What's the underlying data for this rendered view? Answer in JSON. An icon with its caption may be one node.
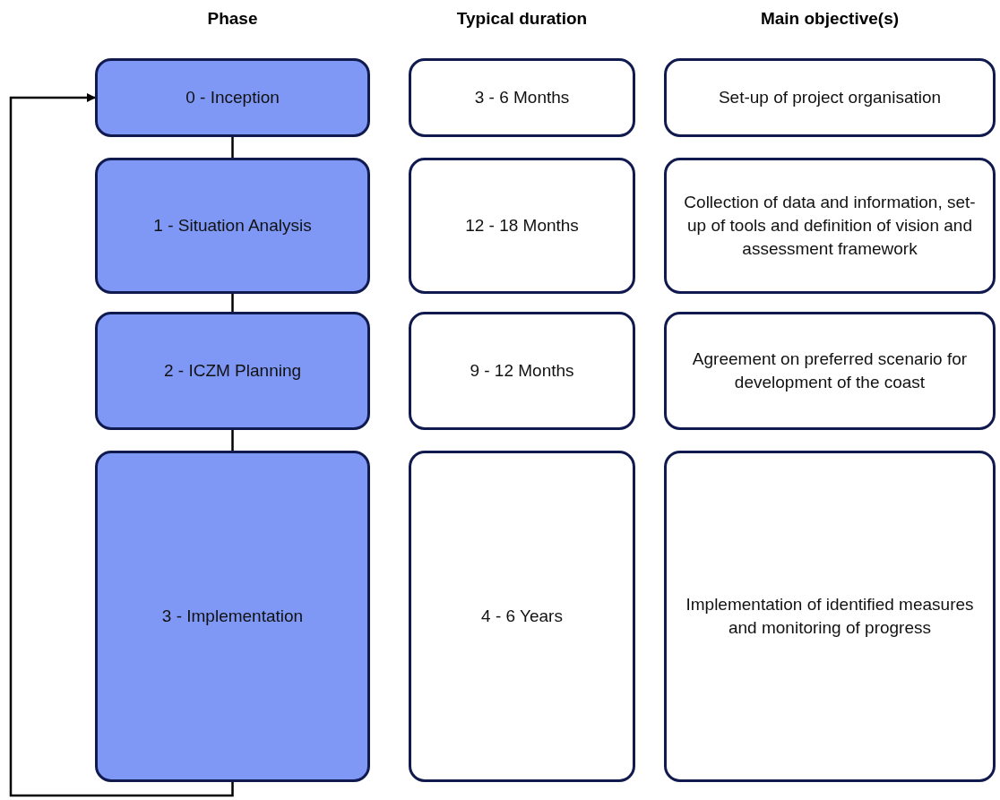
{
  "diagram": {
    "nodes": [
      {
        "text": [
          "0 - Inception"
        ]
      },
      {
        "text": [
          "3 - 6 Months"
        ]
      },
      {
        "text": [
          "Set-up of project organisation"
        ]
      },
      {
        "text": [
          "1 - Situation Analysis"
        ]
      },
      {
        "text": [
          "12 - 18 Months"
        ]
      },
      {
        "text": [
          "Collection of data and information, set-up of tools and definition of vision and assessment framework"
        ]
      },
      {
        "text": [
          "2 - ICZM Planning"
        ]
      },
      {
        "text": [
          "9 - 12 Months"
        ]
      },
      {
        "text": [
          "Agreement on preferred scenario for development of the coast"
        ]
      },
      {
        "text": [
          "3 - Implementation"
        ]
      },
      {
        "text": [
          "4 - 6 Years"
        ]
      },
      {
        "text": [
          "Implementation of identified measures and monitoring of progress"
        ]
      }
    ],
    "edges": [
      {
        "from": 0,
        "to": 3,
        "arrow": "none"
      },
      {
        "from": 3,
        "to": 6,
        "arrow": "none"
      },
      {
        "from": 6,
        "to": 9,
        "arrow": "none"
      },
      {
        "from": 9,
        "to": 0,
        "arrow": "to"
      }
    ],
    "labels": [
      "Phase",
      "Typical duration",
      "Main objective(s)"
    ]
  }
}
